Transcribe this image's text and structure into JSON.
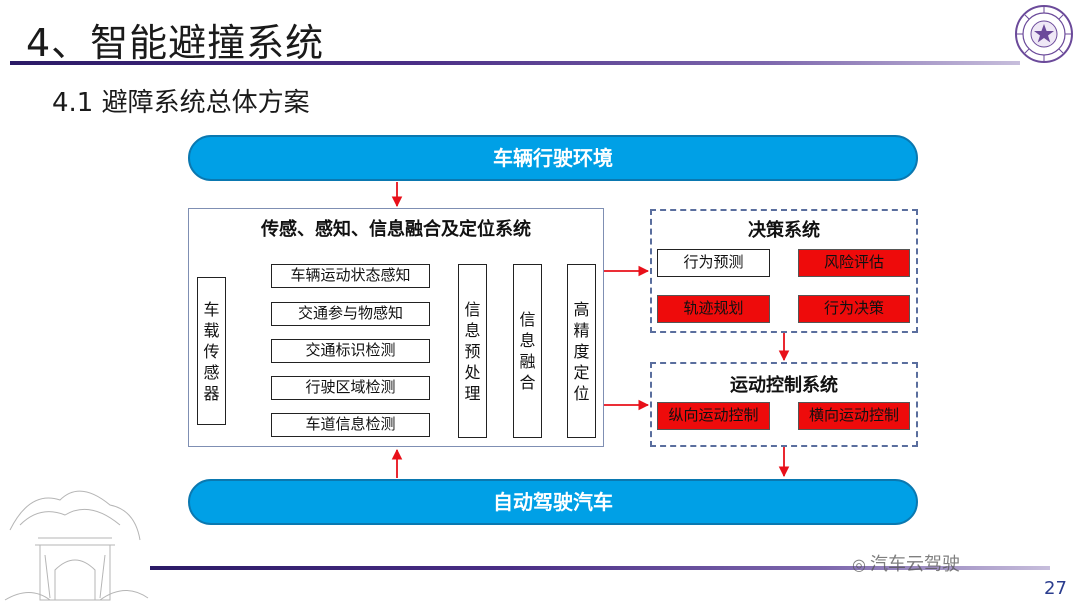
{
  "slide": {
    "title": "4、智能避撞系统",
    "subtitle": "4.1 避障系统总体方案",
    "page_number": "27",
    "watermark": "汽车云驾驶"
  },
  "diagram": {
    "top_capsule": "车辆行驶环境",
    "bottom_capsule": "自动驾驶汽车",
    "sensing": {
      "title": "传感、感知、信息融合及定位系统",
      "sensor": "车载传感器",
      "perception": [
        "车辆运动状态感知",
        "交通参与物感知",
        "交通标识检测",
        "行驶区域检测",
        "车道信息检测"
      ],
      "preprocess": "信息预处理",
      "fusion": "信息融合",
      "localization": "高精度定位"
    },
    "decision": {
      "title": "决策系统",
      "items": [
        "行为预测",
        "风险评估",
        "轨迹规划",
        "行为决策"
      ]
    },
    "motion": {
      "title": "运动控制系统",
      "items": [
        "纵向运动控制",
        "横向运动控制"
      ]
    }
  },
  "colors": {
    "capsule": "#00a0e6",
    "highlight": "#ee0b0b",
    "arrow": "#e8101a",
    "accent_line": "#4a2e86"
  }
}
